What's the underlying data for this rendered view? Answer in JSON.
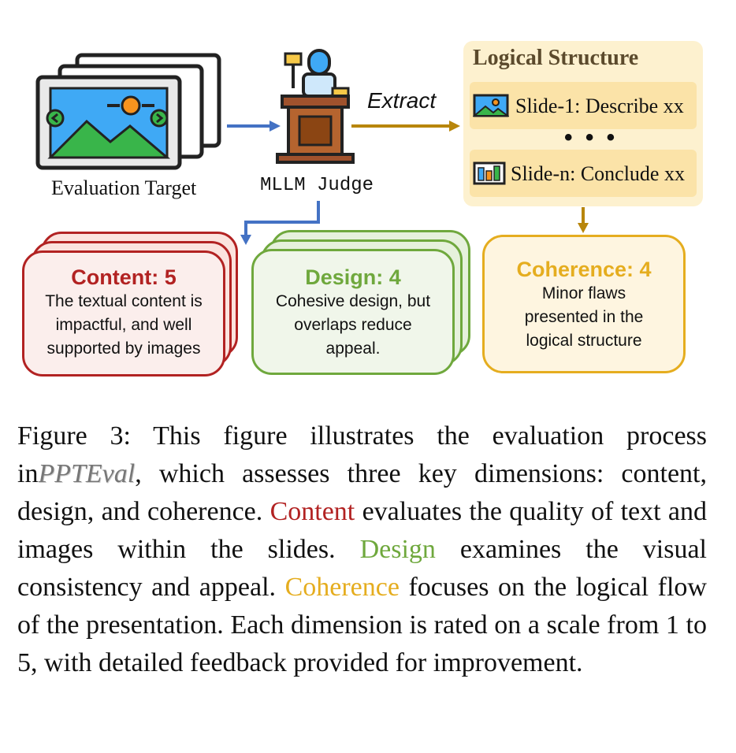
{
  "labels": {
    "evaluation_target": "Evaluation Target",
    "judge": "MLLM Judge",
    "extract": "Extract"
  },
  "logical_structure": {
    "title": "Logical Structure",
    "slides": [
      "Slide-1: Describe xx",
      "Slide-n: Conclude xx"
    ],
    "ellipsis": "• • •"
  },
  "cards": {
    "content": {
      "title": "Content: 5",
      "desc": "The textual content is impactful, and well supported by images"
    },
    "design": {
      "title": "Design: 4",
      "desc": "Cohesive design, but overlaps reduce appeal."
    },
    "coherence": {
      "title": "Coherence: 4",
      "desc": "Minor flaws presented in the logical structure"
    }
  },
  "caption": {
    "prefix": "Figure 3: This figure illustrates the evaluation process in",
    "name": "PPTEval",
    "part1": ", which assesses three key dimensions: content, design, and coherence. ",
    "content_word": "Content",
    "part2": " evaluates the quality of text and images within the slides. ",
    "design_word": "Design",
    "part3": " examines the visual consistency and appeal. ",
    "coherence_word": "Coherence",
    "part4": " focuses on the logical flow of the presentation. Each dimension is rated on a scale from 1 to 5, with detailed feedback provided for improvement."
  },
  "colors": {
    "content": "#b22222",
    "design": "#6fa83d",
    "coherence": "#e5ad1f",
    "blue_arrow": "#4472c4",
    "gold_arrow": "#b8860b"
  }
}
